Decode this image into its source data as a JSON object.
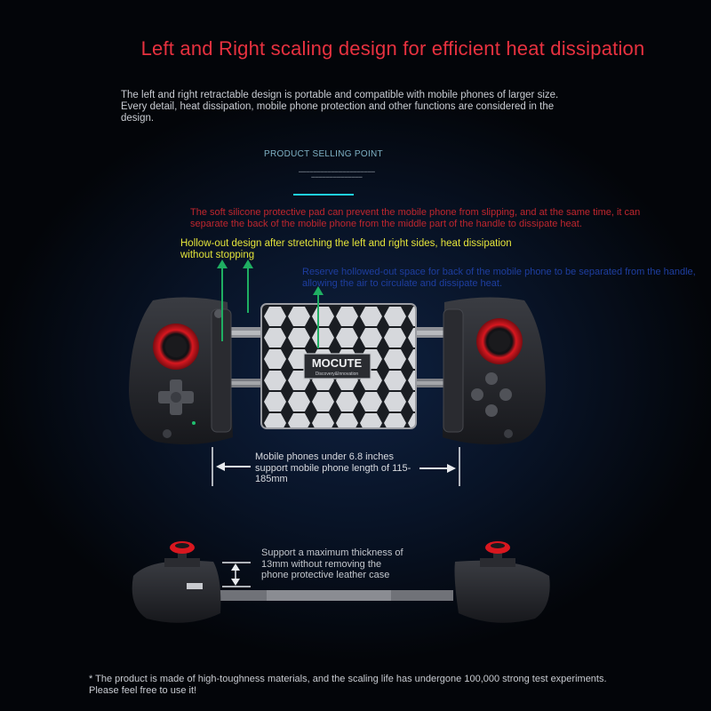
{
  "title": "Left and Right scaling design for efficient heat dissipation",
  "intro": "The left and right retractable design is portable and compatible with mobile phones of larger size. Every detail, heat dissipation, mobile phone protection and other functions are considered in the design.",
  "selling_point": "PRODUCT SELLING POINT",
  "notes": {
    "silicone_pad": "The soft silicone protective pad can prevent the mobile phone from slipping, and at the same time, it can separate the back of the mobile phone from the middle part of the handle to dissipate heat.",
    "hollow_out": "Hollow-out design after stretching the left and right sides, heat dissipation without stopping",
    "blue_note": "Reserve hollowed-out space for back of the mobile phone to be separated from the handle, allowing the air to circulate and dissipate heat.",
    "phone_size": "Mobile phones under 6.8 inches support mobile phone length of 115-185mm",
    "thickness": "Support a maximum thickness of 13mm without removing the phone protective leather case"
  },
  "brand": {
    "name": "MOCUTE",
    "tagline": "Discovery&Innovation"
  },
  "footer": "* The product is made of high-toughness materials, and the scaling life has undergone 100,000 strong test experiments. Please feel free to use it!",
  "colors": {
    "title_red": "#e8313f",
    "arrow_green": "#1fae62",
    "accent_cyan": "#1fd0e0",
    "joystick_red": "#d8171f"
  }
}
